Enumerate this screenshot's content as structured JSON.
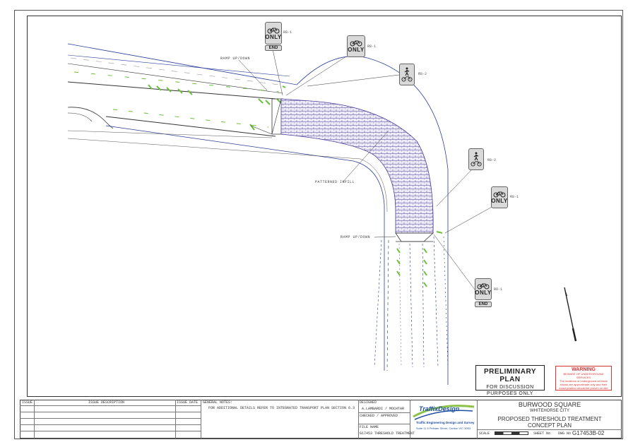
{
  "labels": {
    "sign_r8_1": "R8-1",
    "sign_r8_2": "R8-2",
    "ramp_up": "RAMP UP/DOWN",
    "patterned": "PATTERNED INFILL"
  },
  "signs": {
    "only_text": "ONLY",
    "end_text": "END"
  },
  "prelim": {
    "title": "PRELIMINARY PLAN",
    "line1": "FOR DISCUSSION",
    "line2": "PURPOSES ONLY"
  },
  "warning": {
    "title": "WARNING",
    "line1": "BEWARE OF UNDERGROUND SERVICES",
    "line2": "The locations of underground services",
    "line3": "shown are approximate only and their",
    "line4": "exact position should be proven on site"
  },
  "titleblock": {
    "issue": "ISSUE",
    "issue_desc": "ISSUE DESCRIPTION",
    "issue_date": "ISSUE DATE",
    "general_notes": "GENERAL NOTES:",
    "note1": "FOR ADDITIONAL DETAILS REFER TO INTEGRATED TRANSPORT PLAN SECTION 6.3",
    "designed": "DESIGNED",
    "designed_val": "A.LAMBARDI / MOCHTAR",
    "checked": "CHECKED / APPROVED",
    "file_name": "FILE NAME",
    "file_val": "G17453 THRESHOLD TREATMENT",
    "company": "TraffixDesign",
    "company_sub": "Traffic Engineering Design and Survey",
    "company_addr": "Suite 11 8 Pelham Street, Carlton VIC 3053",
    "project": "BURWOOD SQUARE",
    "council": "WHITEHORSE CITY",
    "title1": "PROPOSED THRESHOLD TREATMENT",
    "title2": "CONCEPT PLAN",
    "scale": "SCALE",
    "sheet": "SHEET No",
    "dwg": "DWG No",
    "dwg_no": "G17453B-02"
  },
  "colors": {
    "paving": "#4a3c9a",
    "green": "#6ac03a",
    "linework": "#333333",
    "blue_line": "#2a3f9a",
    "warning_red": "#dd3333"
  }
}
